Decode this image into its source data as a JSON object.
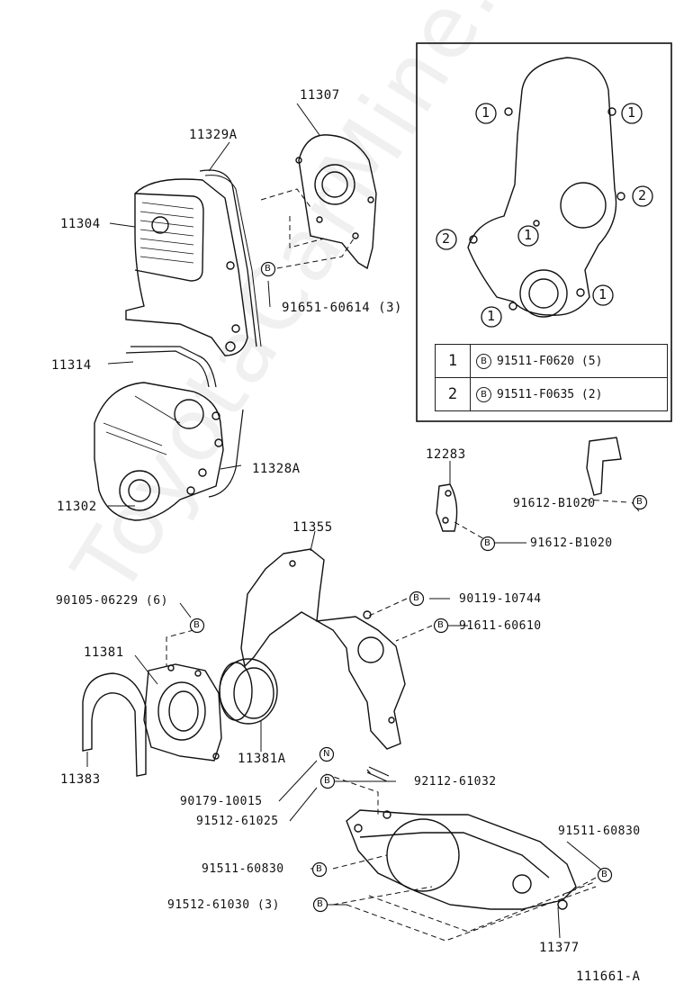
{
  "diagram_id": "111661-A",
  "watermark": "ToyotaCarMine.ru",
  "parts": {
    "p11307": "11307",
    "p11329a": "11329A",
    "p11304": "11304",
    "p91651": "91651-60614 (3)",
    "p11314": "11314",
    "p11328a": "11328A",
    "p11302": "11302",
    "p12283": "12283",
    "p91612a": "91612-B1020",
    "p91612b": "91612-B1020",
    "p11355": "11355",
    "p90105": "90105-06229 (6)",
    "p90119": "90119-10744",
    "p91611": "91611-60610",
    "p11381": "11381",
    "p11381a": "11381A",
    "p11383": "11383",
    "p92112": "92112-61032",
    "p90179": "90179-10015",
    "p91512a": "91512-61025",
    "p91511a": "91511-60830",
    "p91511b": "91511-60830",
    "p91512b": "91512-61030 (3)",
    "p11377": "11377"
  },
  "inset": {
    "rows": [
      {
        "index": "1",
        "bolt": "B",
        "part": "91511-F0620 (5)"
      },
      {
        "index": "2",
        "bolt": "B",
        "part": "91511-F0635 (2)"
      }
    ],
    "marker_1": "1",
    "marker_2": "2"
  },
  "symbols": {
    "bolt": "B",
    "nut": "N"
  }
}
